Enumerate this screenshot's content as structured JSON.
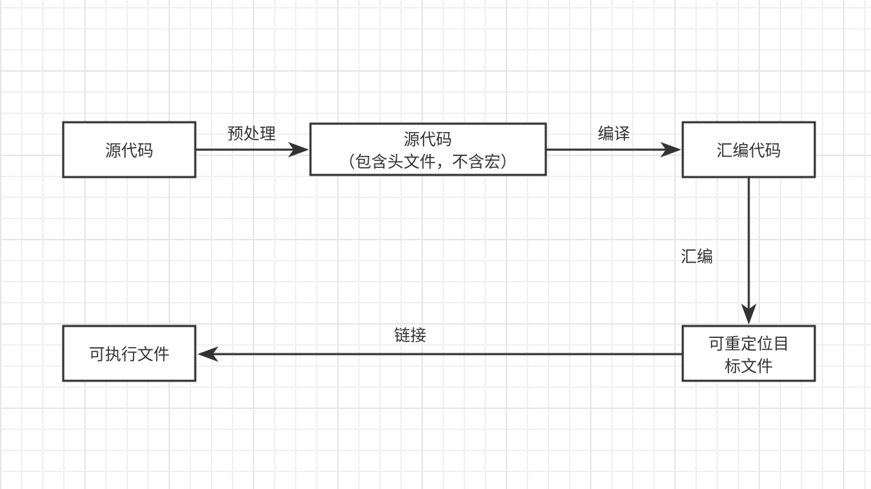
{
  "diagram": {
    "title": "",
    "colors": {
      "stroke": "#333333",
      "box_fill": "#ffffff",
      "text": "#333333",
      "grid_minor": "#f0f0f0",
      "grid_major": "#e6e6e6"
    },
    "nodes": [
      {
        "id": "source",
        "lines": [
          "源代码"
        ]
      },
      {
        "id": "preprocessed",
        "lines": [
          "源代码",
          "（包含头文件，不含宏）"
        ]
      },
      {
        "id": "assembly",
        "lines": [
          "汇编代码"
        ]
      },
      {
        "id": "object",
        "lines": [
          "可重定位目",
          "标文件"
        ]
      },
      {
        "id": "executable",
        "lines": [
          "可执行文件"
        ]
      }
    ],
    "edges": [
      {
        "from": "source",
        "to": "preprocessed",
        "label": "预处理"
      },
      {
        "from": "preprocessed",
        "to": "assembly",
        "label": "编译"
      },
      {
        "from": "assembly",
        "to": "object",
        "label": "汇编"
      },
      {
        "from": "object",
        "to": "executable",
        "label": "链接"
      }
    ]
  }
}
